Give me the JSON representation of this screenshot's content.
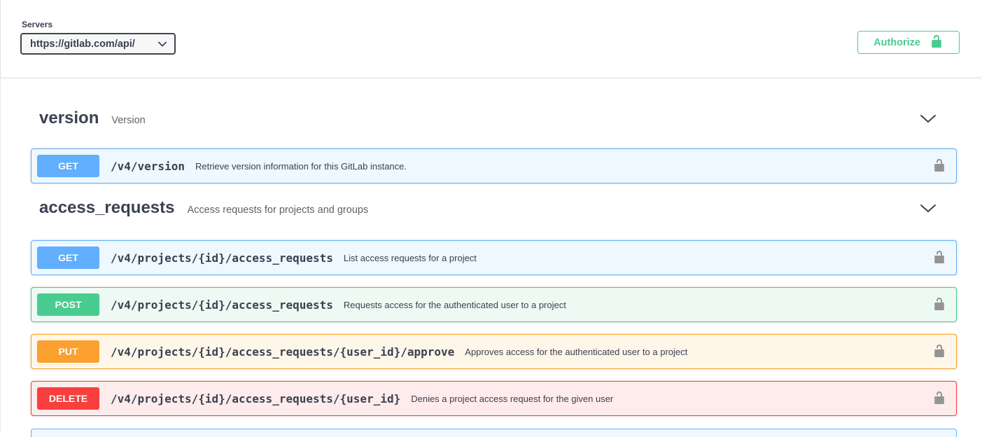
{
  "servers": {
    "label": "Servers",
    "selected": "https://gitlab.com/api/"
  },
  "authorize": {
    "label": "Authorize",
    "color": "#49cc90"
  },
  "method_colors": {
    "GET": {
      "badge": "#61affe",
      "row_bg": "#eff7ff"
    },
    "POST": {
      "badge": "#49cc90",
      "row_bg": "#edfaf3"
    },
    "PUT": {
      "badge": "#fca130",
      "row_bg": "#fff6ea"
    },
    "DELETE": {
      "badge": "#f93e3e",
      "row_bg": "#feebeb"
    }
  },
  "icons": {
    "unlocked_padlock": "open-shackle padlock glyph",
    "chevron_down": "downward chevron",
    "select_caret": "downward chevron"
  },
  "sections": [
    {
      "name": "version",
      "description": "Version",
      "operations": [
        {
          "method": "GET",
          "path": "/v4/version",
          "summary": "Retrieve version information for this GitLab instance."
        }
      ]
    },
    {
      "name": "access_requests",
      "description": "Access requests for projects and groups",
      "operations": [
        {
          "method": "GET",
          "path": "/v4/projects/{id}/access_requests",
          "summary": "List access requests for a project"
        },
        {
          "method": "POST",
          "path": "/v4/projects/{id}/access_requests",
          "summary": "Requests access for the authenticated user to a project"
        },
        {
          "method": "PUT",
          "path": "/v4/projects/{id}/access_requests/{user_id}/approve",
          "summary": "Approves access for the authenticated user to a project"
        },
        {
          "method": "DELETE",
          "path": "/v4/projects/{id}/access_requests/{user_id}",
          "summary": "Denies a project access request for the given user"
        }
      ]
    }
  ]
}
